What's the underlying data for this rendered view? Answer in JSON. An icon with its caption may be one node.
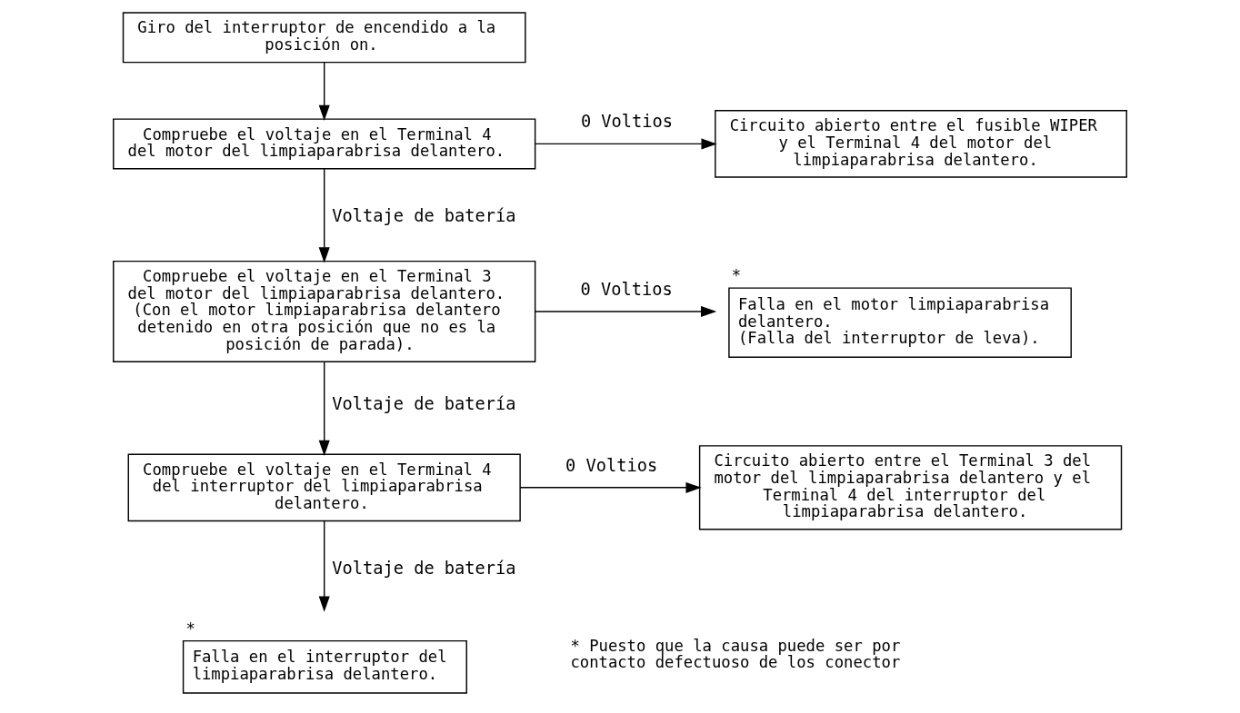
{
  "diagram": {
    "nodes": [
      {
        "text": [
          "Giro del interruptor de encendido a la posición on."
        ]
      },
      {
        "text": [
          "Compruebe el voltaje en el Terminal 4 del motor del limpiaparabrisa delantero."
        ]
      },
      {
        "text": [
          "Circuito abierto entre el fusible WIPER y el Terminal 4 del motor del limpiaparabrisa delantero."
        ]
      },
      {
        "text": [
          "Compruebe el voltaje en el Terminal 3 del motor del limpiaparabrisa delantero.",
          "(Con el motor limpiaparabrisa delantero detenido en otra posición que no es la posición de parada)."
        ]
      },
      {
        "text": [
          "Falla en el motor limpiaparabrisa delantero.",
          "(Falla del interruptor de leva)."
        ],
        "beside": [
          "*"
        ]
      },
      {
        "text": [
          "Compruebe el voltaje en el Terminal 4 del interruptor del limpiaparabrisa delantero."
        ]
      },
      {
        "text": [
          "Circuito abierto entre el Terminal 3 del motor del limpiaparabrisa delantero y el Terminal 4 del interruptor del limpiaparabrisa delantero."
        ]
      },
      {
        "text": [
          "Falla en el interruptor del limpiaparabrisa delantero."
        ],
        "beside": [
          "*"
        ]
      }
    ],
    "edges": [
      {
        "from": 0,
        "to": 1,
        "arrow": "to"
      },
      {
        "from": 1,
        "to": 2,
        "arrow": "to",
        "label": "0 Voltios"
      },
      {
        "from": 1,
        "to": 3,
        "arrow": "to",
        "label": "Voltaje de batería"
      },
      {
        "from": 3,
        "to": 4,
        "arrow": "to",
        "label": "0 Voltios"
      },
      {
        "from": 3,
        "to": 5,
        "arrow": "to",
        "label": "Voltaje de batería"
      },
      {
        "from": 5,
        "to": 6,
        "arrow": "to",
        "label": "0 Voltios"
      },
      {
        "from": 5,
        "to": 7,
        "arrow": "to",
        "label": "Voltaje de batería"
      }
    ],
    "labels": [
      "* Puesto que la causa puede ser por contacto defectuoso de los conector"
    ]
  }
}
